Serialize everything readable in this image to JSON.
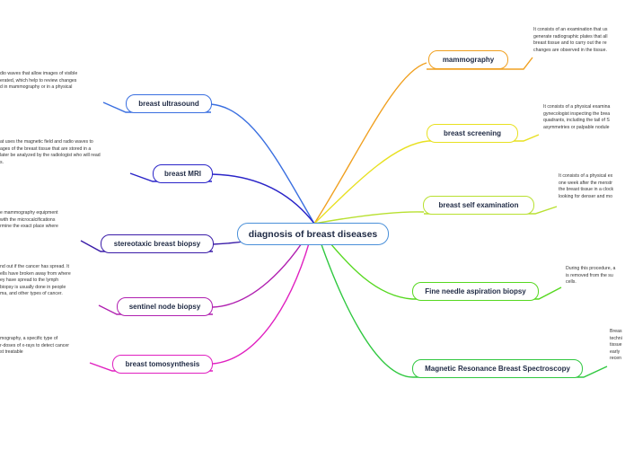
{
  "central_topic": "diagnosis of breast diseases",
  "colors": {
    "central_border": "#4a90d9",
    "mammography": "#f0a020",
    "breast_screening": "#e8e020",
    "breast_self_examination": "#b8e030",
    "fine_needle_aspiration_biopsy": "#56d820",
    "mr_breast_spectroscopy": "#30c840",
    "breast_ultrasound": "#3a6fe0",
    "breast_mri": "#2a24c8",
    "stereotaxic_breast_biopsy": "#3a1ca8",
    "sentinel_node_biopsy": "#b020b0",
    "breast_tomosynthesis": "#e020c0"
  },
  "branches": [
    {
      "id": "mammography",
      "label": "mammography",
      "note": [
        "It consists of an examination that us",
        "generate radiographic plates that all",
        "breast tissue and to carry out the re",
        "changes are observed in the tissue."
      ]
    },
    {
      "id": "breast_screening",
      "label": "breast screening",
      "note": [
        "It consists of a physical examina",
        "gynecologist inspecting the brea",
        "quadrants, including the tail of S",
        "asymmetries or palpable nodule"
      ]
    },
    {
      "id": "breast_self_examination",
      "label": "breast self examination",
      "note": [
        "It consists of a physical ex",
        "one week after the menstr",
        "the breast tissue in a clock",
        "looking for denser and mo"
      ]
    },
    {
      "id": "fine_needle_aspiration_biopsy",
      "label": "Fine needle aspiration biopsy",
      "note": [
        "During this procedure, a",
        "is removed from the su",
        "cells."
      ]
    },
    {
      "id": "mr_breast_spectroscopy",
      "label": "Magnetic Resonance Breast Spectroscopy",
      "note": [
        "Breas",
        "techni",
        "tissue",
        "early",
        "recen"
      ]
    },
    {
      "id": "breast_ultrasound",
      "label": "breast ultrasound",
      "note": [
        "dio waves that allow images of visible",
        "erated, which help to review changes",
        "d in mammography or in a physical"
      ]
    },
    {
      "id": "breast_mri",
      "label": "breast MRI",
      "note": [
        "at uses the magnetic field and radio waves to",
        "ages of the breast tissue that are stored in a",
        "later be analyzed by the radiologist who will read",
        "s."
      ]
    },
    {
      "id": "stereotaxic_breast_biopsy",
      "label": "stereotaxic breast biopsy",
      "note": [
        "e mammography equipment",
        "with the microcalcifications",
        "rmine the exact place where"
      ]
    },
    {
      "id": "sentinel_node_biopsy",
      "label": "sentinel node biopsy",
      "note": [
        "nd out if the cancer has spread. It",
        "ells have broken away from where",
        "ey have spread to the lymph",
        "biopsy is usually done in people",
        "ma, and other types of cancer."
      ]
    },
    {
      "id": "breast_tomosynthesis",
      "label": "breast tomosynthesis",
      "note": [
        "mography, a specific type of",
        "r-doses of x-rays to detect cancer",
        "st treatable"
      ]
    }
  ]
}
